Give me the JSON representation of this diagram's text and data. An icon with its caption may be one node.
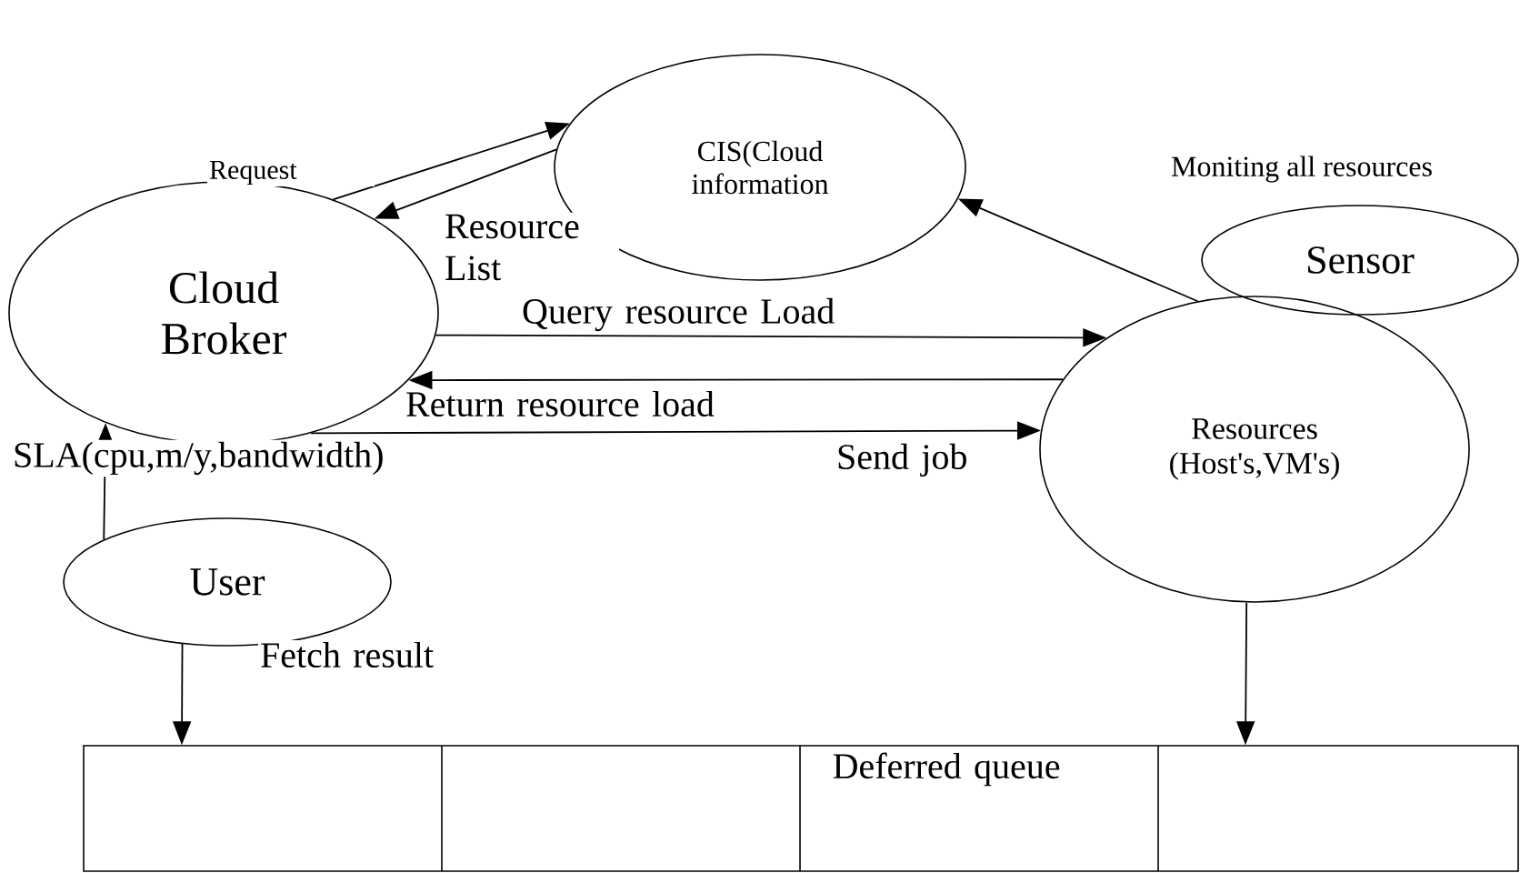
{
  "diagram": {
    "nodes": [
      {
        "text": [
          "CIS(Cloud information"
        ]
      },
      {
        "text": [
          "Cloud Broker"
        ]
      },
      {
        "text": [
          "Sensor"
        ],
        "beside": [
          "Moniting all resources"
        ]
      },
      {
        "text": [
          "Resources (Host's,VM's)"
        ]
      },
      {
        "text": [
          "User"
        ]
      },
      {
        "text": [
          "Deferred queue"
        ]
      }
    ],
    "edges": [
      {
        "from": 1,
        "to": 0,
        "arrow": "to",
        "label": "Request"
      },
      {
        "from": 0,
        "to": 1,
        "arrow": "to",
        "label": "Resource List"
      },
      {
        "from": 1,
        "to": 3,
        "arrow": "to",
        "label": "Query resource Load"
      },
      {
        "from": 3,
        "to": 1,
        "arrow": "to",
        "label": "Return resource load"
      },
      {
        "from": 1,
        "to": 3,
        "arrow": "to",
        "label": "Send job"
      },
      {
        "from": 4,
        "to": 1,
        "arrow": "to",
        "label": "SLA(cpu,m/y,bandwidth)"
      },
      {
        "from": 3,
        "to": 0,
        "arrow": "to"
      },
      {
        "from": 4,
        "to": 5,
        "arrow": "to",
        "label": "Fetch result"
      },
      {
        "from": 3,
        "to": 5,
        "arrow": "to"
      }
    ]
  }
}
